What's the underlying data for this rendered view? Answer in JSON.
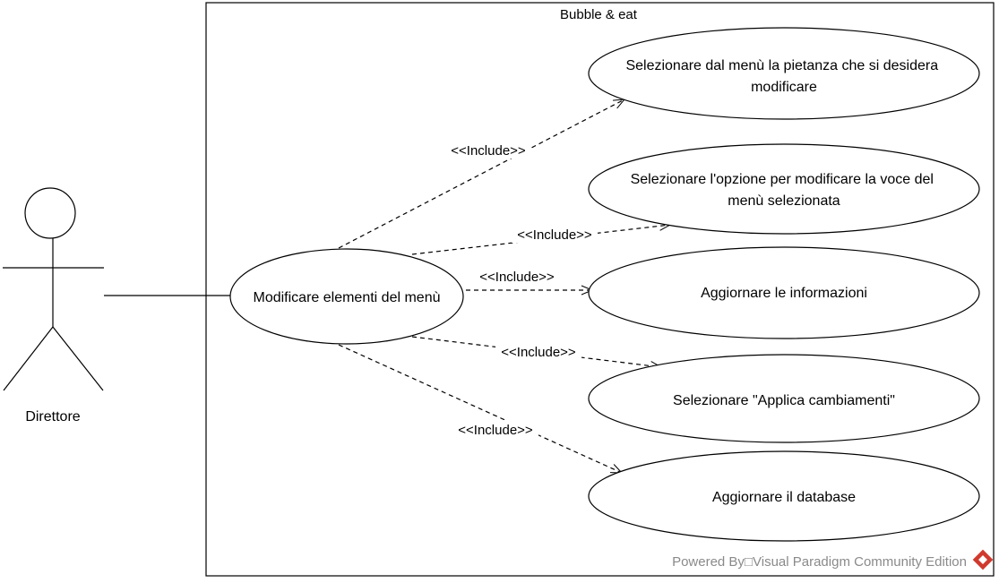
{
  "system": {
    "title": "Bubble & eat"
  },
  "actor": {
    "name": "Direttore"
  },
  "main_use_case": {
    "label": "Modificare elementi del menù"
  },
  "use_cases": [
    {
      "id": "uc1",
      "lines": [
        "Selezionare dal menù la pietanza che si desidera",
        "modificare"
      ]
    },
    {
      "id": "uc2",
      "lines": [
        "Selezionare l'opzione per modificare la voce del",
        "menù selezionata"
      ]
    },
    {
      "id": "uc3",
      "lines": [
        "Aggiornare le informazioni"
      ]
    },
    {
      "id": "uc4",
      "lines": [
        "Selezionare \"Applica cambiamenti\""
      ]
    },
    {
      "id": "uc5",
      "lines": [
        "Aggiornare il database"
      ]
    }
  ],
  "relations": [
    {
      "to": "uc1",
      "stereotype": "<<Include>>"
    },
    {
      "to": "uc2",
      "stereotype": "<<Include>>"
    },
    {
      "to": "uc3",
      "stereotype": "<<Include>>"
    },
    {
      "to": "uc4",
      "stereotype": "<<Include>>"
    },
    {
      "to": "uc5",
      "stereotype": "<<Include>>"
    }
  ],
  "watermark": {
    "text": "Powered By□Visual Paradigm Community Edition"
  },
  "colors": {
    "line": "#000000",
    "watermark_text": "#8a8a8a",
    "logo": "#d03a2e"
  }
}
